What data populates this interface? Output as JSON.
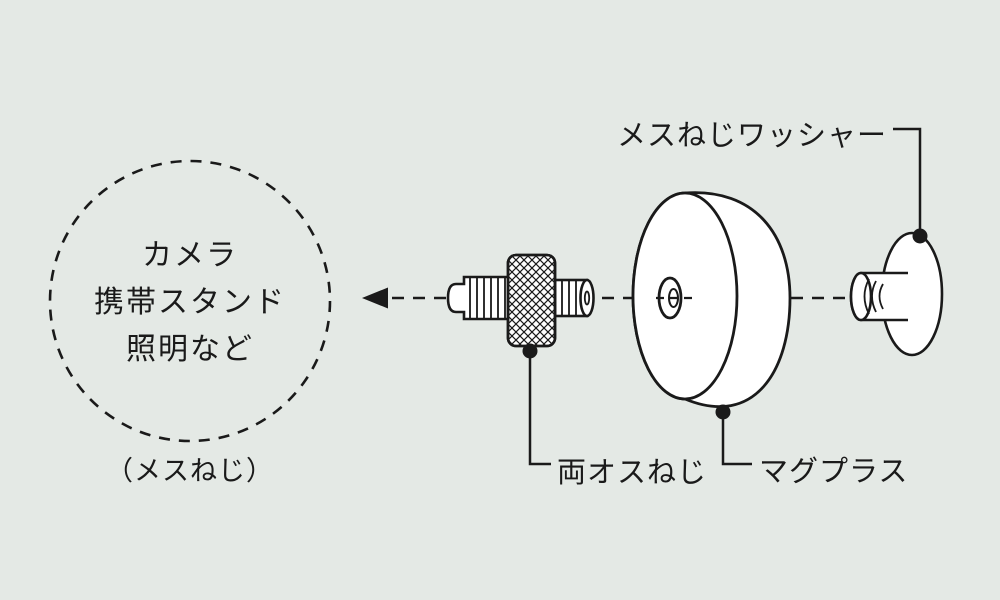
{
  "diagram": {
    "type": "exploded-parts-diagram",
    "circle_label_lines": [
      "カメラ",
      "携帯スタンド",
      "照明など"
    ],
    "circle_sublabel": "（メスねじ）",
    "labels": {
      "female_washer": "メスねじワッシャー",
      "double_male_screw": "両オスねじ",
      "magnet": "マグプラス"
    },
    "colors": {
      "background": "#e4e9e5",
      "line": "#1a1a1a"
    }
  }
}
